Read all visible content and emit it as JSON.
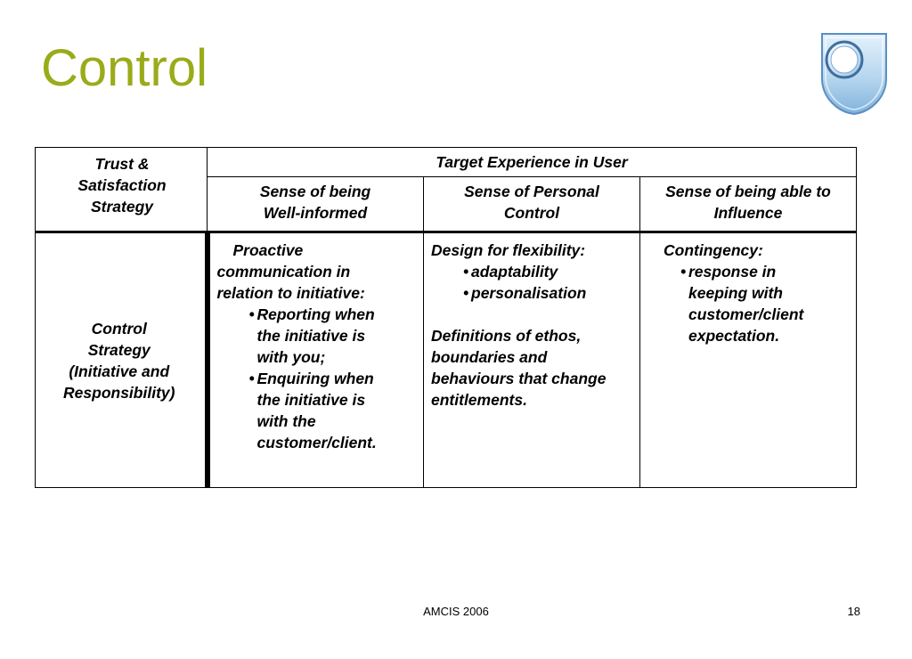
{
  "slide": {
    "title": "Control"
  },
  "logo": {
    "icon": "open-university-shield-icon",
    "colors": {
      "shield_top": "#e4f1fb",
      "shield_bottom": "#7fb2dc",
      "outline": "#5a8fc2"
    }
  },
  "table": {
    "corner_header": [
      "Trust &",
      "Satisfaction",
      "Strategy"
    ],
    "group_header": "Target Experience in User",
    "subheaders": [
      [
        "Sense of being",
        "Well-informed"
      ],
      [
        "Sense of Personal",
        "Control"
      ],
      [
        "Sense of being able to",
        "Influence"
      ]
    ],
    "row_label": [
      "Control",
      "Strategy",
      "(Initiative and",
      "Responsibility)"
    ],
    "col1": {
      "intro": [
        "Proactive",
        "communication in",
        "relation to initiative:"
      ],
      "bullets": [
        {
          "lines": [
            "Reporting when",
            "the initiative is",
            "with you;"
          ]
        },
        {
          "lines": [
            "Enquiring when",
            "the initiative is",
            "with the",
            "customer/client."
          ]
        }
      ]
    },
    "col2": {
      "intro": "Design for flexibility:",
      "bullets": [
        "adaptability",
        "personalisation"
      ],
      "para": [
        "Definitions of ethos,",
        "boundaries and",
        "behaviours that change",
        "entitlements."
      ]
    },
    "col3": {
      "intro": "Contingency:",
      "bullets": [
        {
          "lines": [
            "response in",
            "keeping with",
            "customer/client",
            "expectation."
          ]
        }
      ]
    }
  },
  "footer": {
    "center": "AMCIS 2006",
    "page": "18"
  },
  "colors": {
    "title": "#9aab1a",
    "text": "#000000",
    "border": "#000000"
  },
  "bullet_glyph": "•"
}
